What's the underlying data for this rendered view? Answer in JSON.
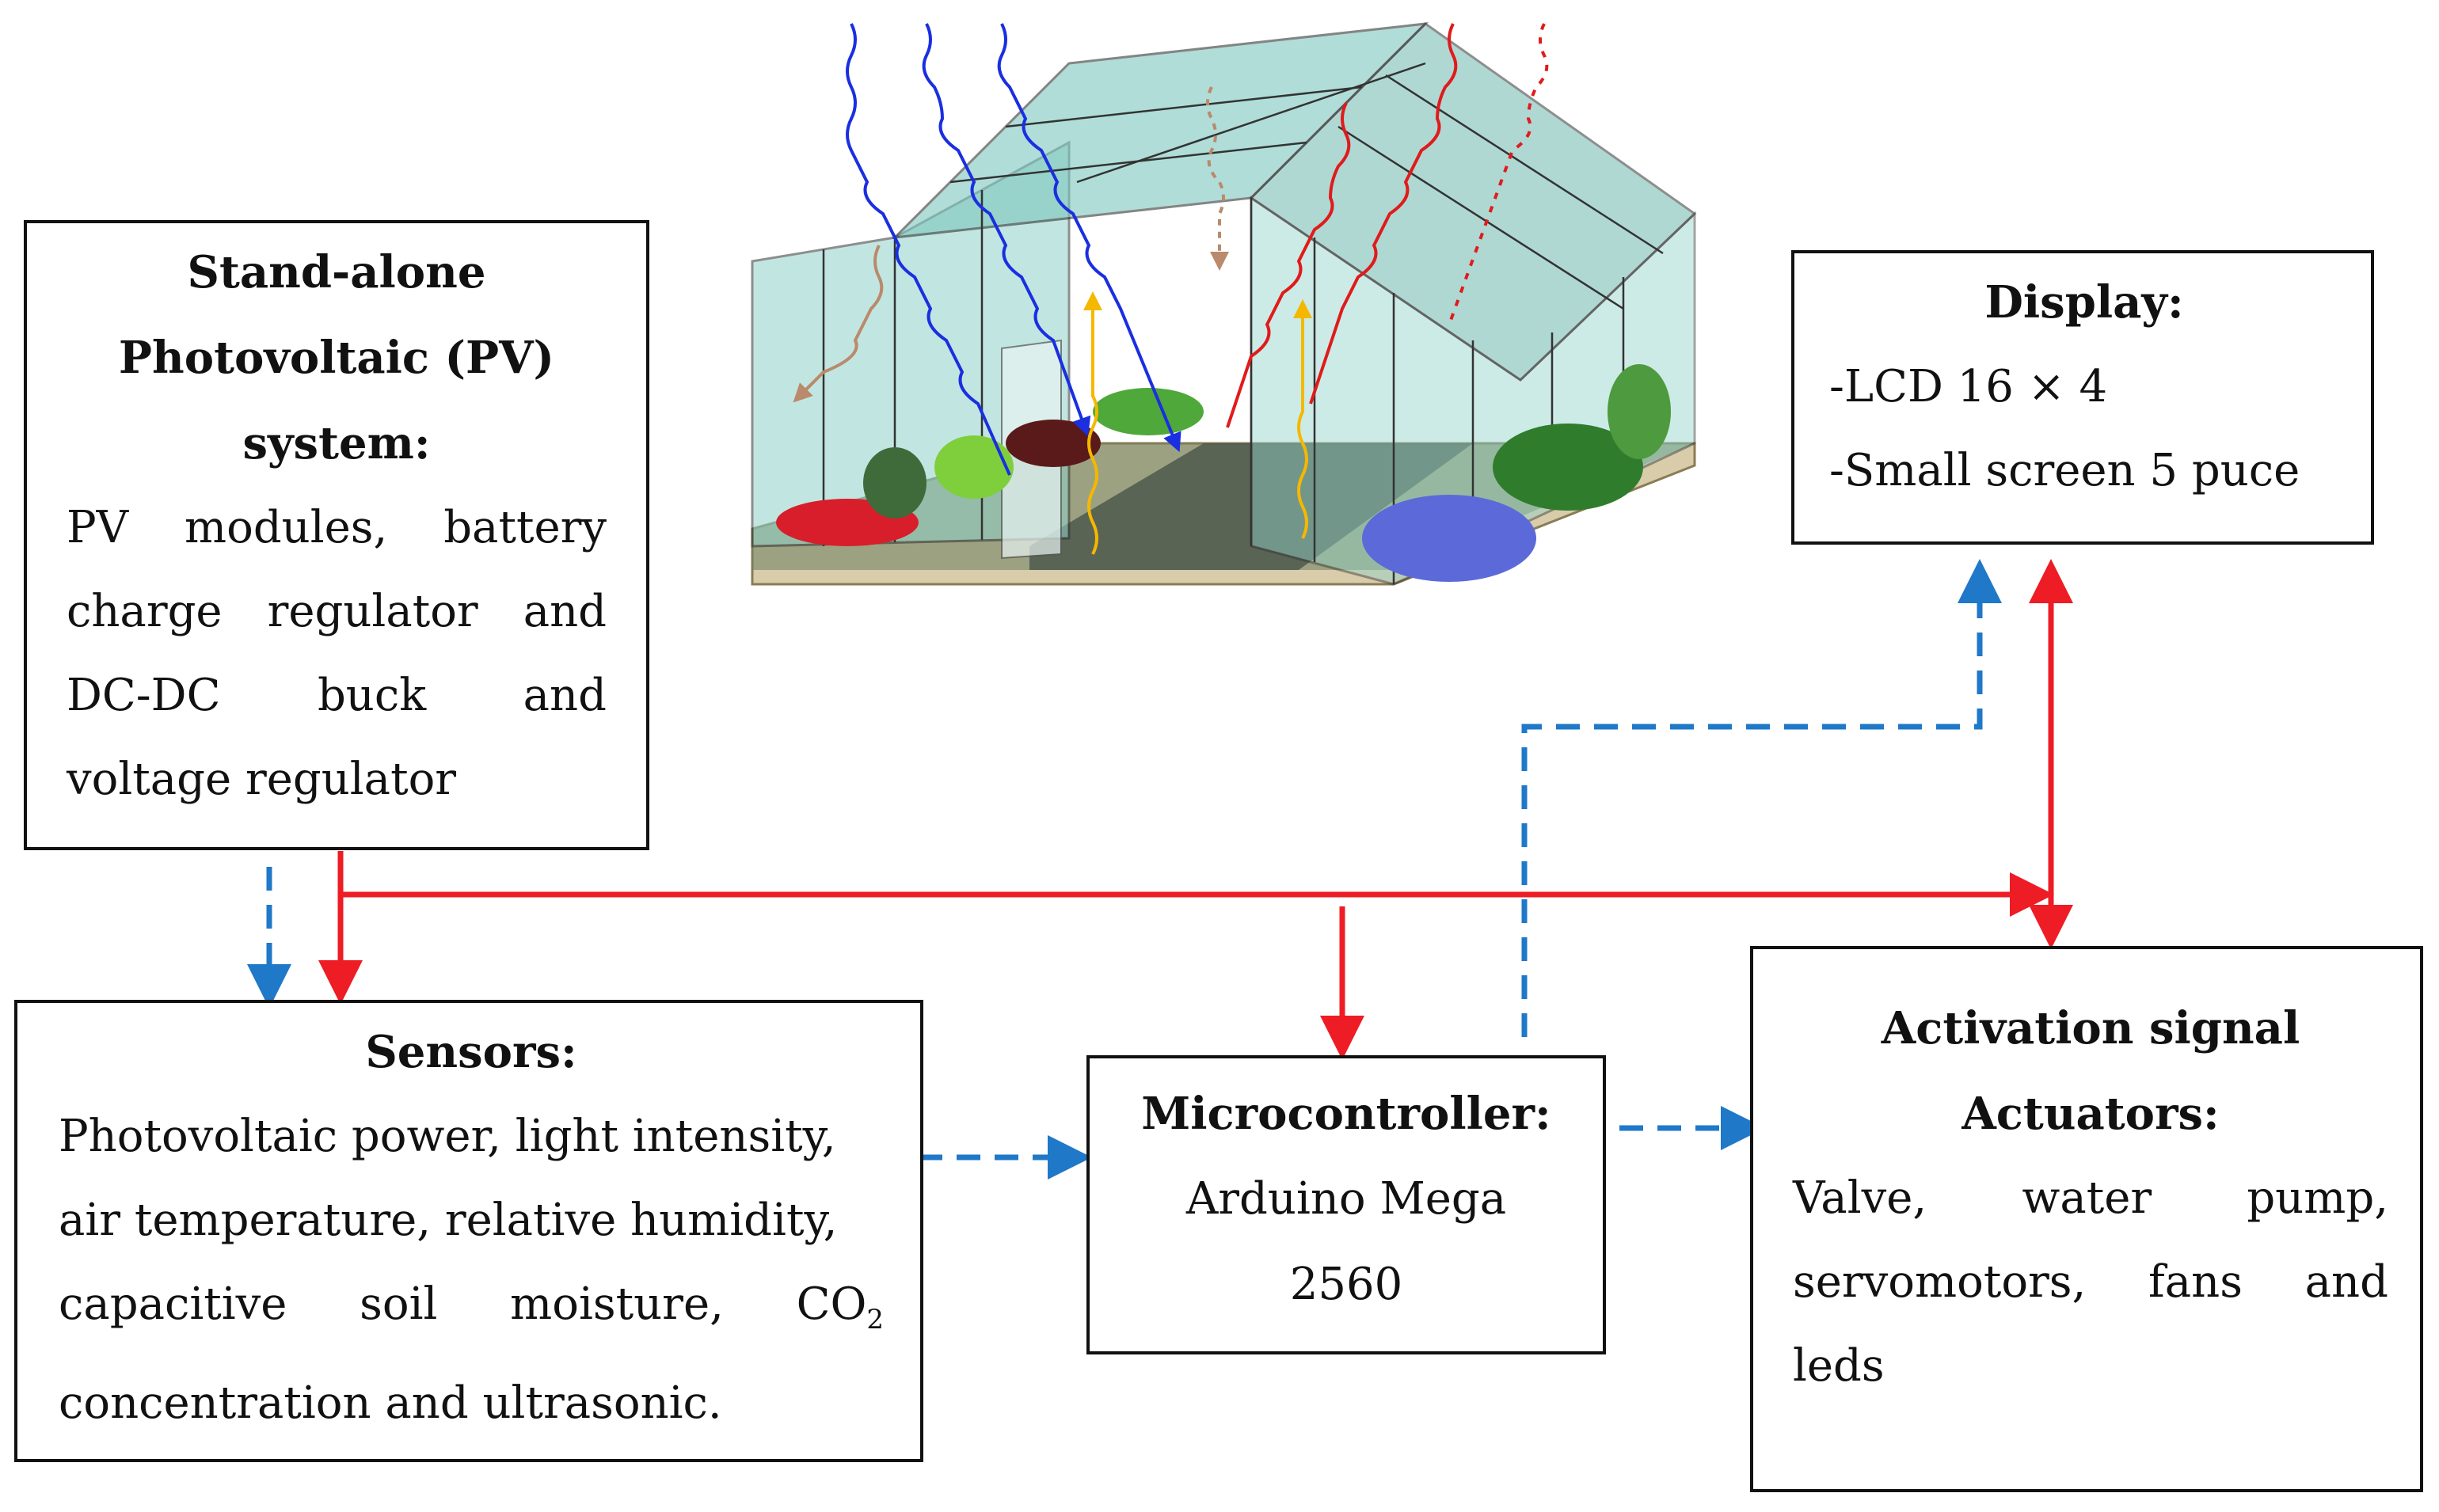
{
  "pv_box": {
    "title_lines": [
      "Stand-alone",
      "Photovoltaic (PV)",
      "system:"
    ],
    "body_lines": [
      [
        "PV",
        "modules,",
        "battery"
      ],
      [
        "charge",
        "regulator",
        "and"
      ],
      [
        "DC-DC",
        "buck",
        "and"
      ],
      [
        "voltage regulator"
      ]
    ]
  },
  "display_box": {
    "title": "Display:",
    "items": [
      "-LCD 16 × 4",
      "-Small screen 5 puce"
    ]
  },
  "sensors_box": {
    "title": "Sensors:",
    "body_lines": [
      [
        "Photovoltaic power, light intensity,"
      ],
      [
        "air temperature, relative humidity,"
      ],
      [
        "capacitive",
        "soil",
        "moisture,",
        "CO"
      ],
      [
        "concentration and ultrasonic."
      ]
    ],
    "co2_subscript": "2"
  },
  "micro_box": {
    "title": "Microcontroller:",
    "lines": [
      "Arduino Mega",
      "2560"
    ]
  },
  "actuator_box": {
    "title_lines": [
      "Activation signal",
      "Actuators:"
    ],
    "body_lines": [
      [
        "Valve,",
        "water",
        "pump,"
      ],
      [
        "servomotors,",
        "fans",
        "and"
      ],
      [
        "leds"
      ]
    ]
  },
  "colors": {
    "power_line": "#ee1c24",
    "signal_line": "#1f78c8",
    "border": "#111111",
    "glass": "#8fd3c9",
    "ground": "#d9ccab"
  }
}
